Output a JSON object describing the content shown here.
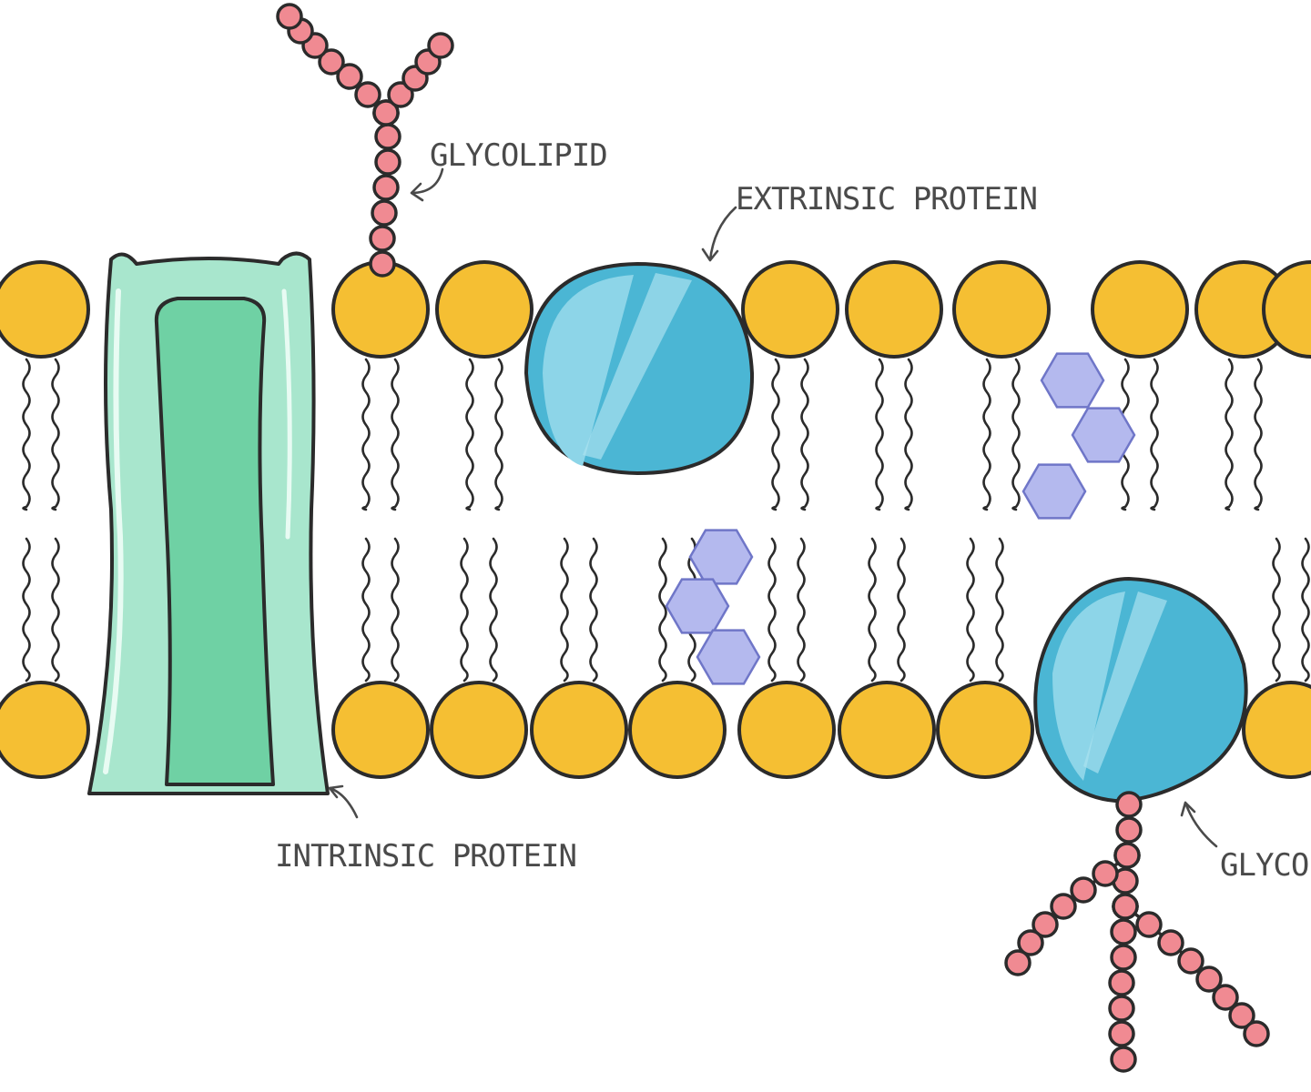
{
  "colors": {
    "lipid_head": "#f5bf33",
    "intrinsic_outer": "#a8e6cd",
    "intrinsic_inner": "#6fd1a4",
    "extrinsic_protein": "#4bb6d4",
    "cholesterol": "#b4b9ee",
    "carbohydrate_bead": "#f08a92",
    "ink": "#2b2b2b",
    "label_ink": "#4a4a4a"
  },
  "labels": {
    "glycolipid": "GLYCOLIPID",
    "extrinsic_protein": "EXTRINSIC PROTEIN",
    "intrinsic_protein": "INTRINSIC PROTEIN",
    "glycoprotein": "GLYCOPROTEIN"
  }
}
